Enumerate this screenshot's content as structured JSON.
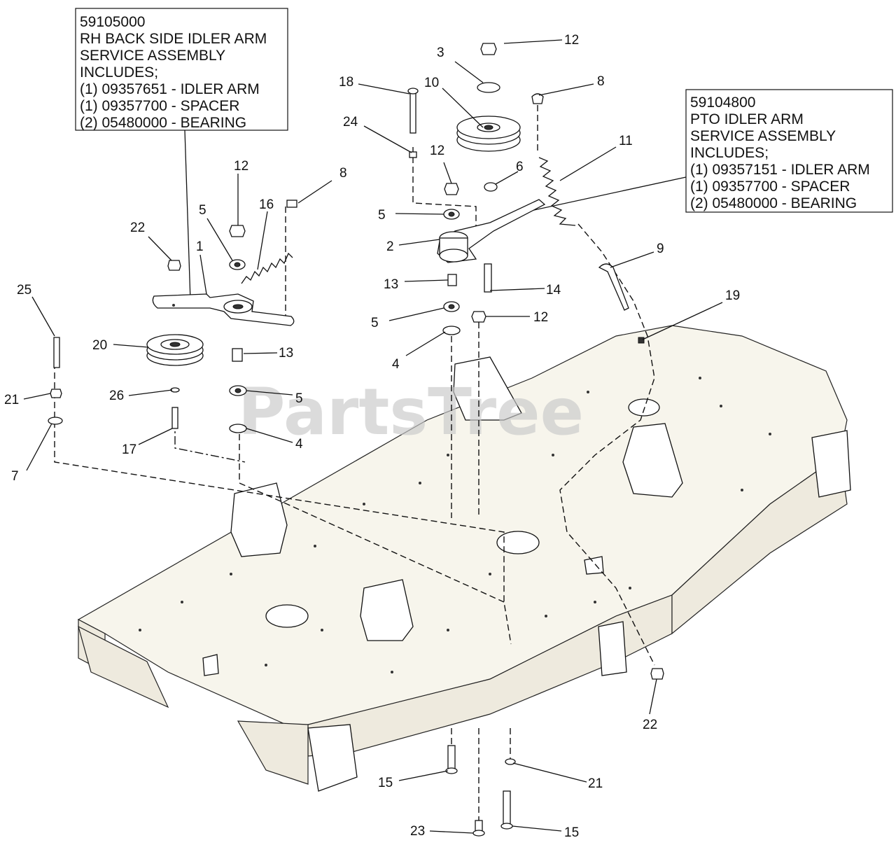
{
  "watermark": "PartsTree",
  "assemblies": [
    {
      "part_number": "59105000",
      "lines": [
        "RH BACK SIDE IDLER ARM",
        "SERVICE ASSEMBLY",
        "INCLUDES;",
        "(1) 09357651 - IDLER ARM",
        "(1) 09357700 - SPACER",
        "(2) 05480000 - BEARING"
      ]
    },
    {
      "part_number": "59104800",
      "lines": [
        "PTO IDLER ARM",
        "SERVICE ASSEMBLY",
        "INCLUDES;",
        "(1) 09357151 - IDLER ARM",
        "(1) 09357700 - SPACER",
        "(2) 05480000 - BEARING"
      ]
    }
  ],
  "callouts": [
    "12",
    "3",
    "10",
    "8",
    "18",
    "24",
    "11",
    "12",
    "6",
    "5",
    "2",
    "9",
    "13",
    "14",
    "5",
    "12",
    "4",
    "19",
    "25",
    "22",
    "1",
    "12",
    "5",
    "16",
    "8",
    "20",
    "13",
    "21",
    "26",
    "5",
    "7",
    "17",
    "4",
    "22",
    "15",
    "21",
    "23",
    "15"
  ]
}
